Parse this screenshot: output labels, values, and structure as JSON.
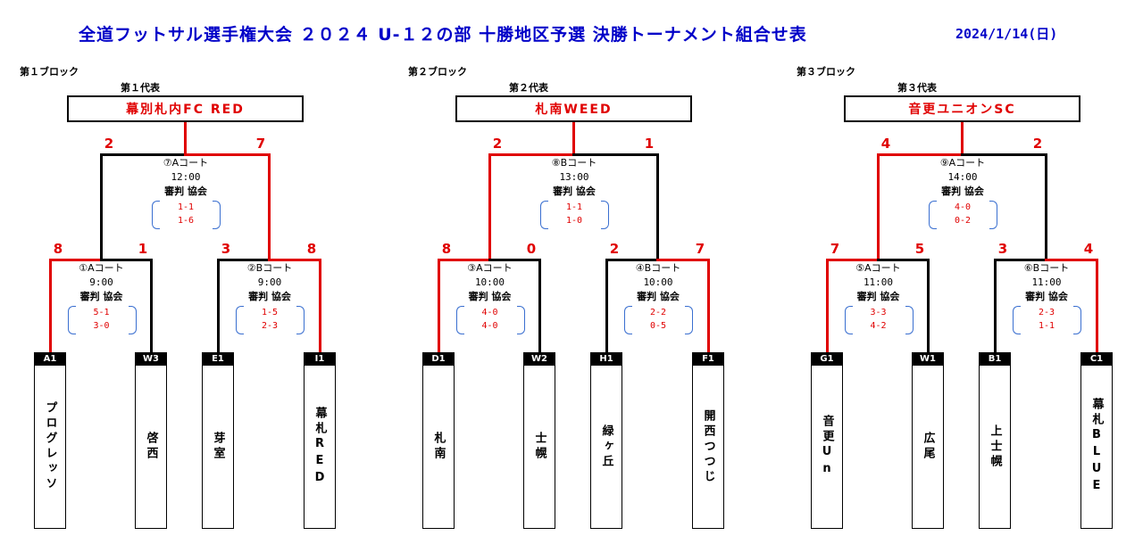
{
  "title": "全道フットサル選手権大会 ２０２４ U-１２の部 十勝地区予選 決勝トーナメント組合せ表",
  "date": "2024/1/14(日)",
  "blocks": [
    {
      "label": "第１ブロック",
      "rep_label": "第１代表",
      "champion": "幕別札内FC RED",
      "final": {
        "no": "⑦",
        "court": "Aコート",
        "time": "12:00",
        "referee": "審判 協会",
        "score_left": "2",
        "score_right": "7",
        "sub1": "1-1",
        "sub2": "1-6",
        "winner": "right"
      },
      "semis": [
        {
          "no": "①",
          "court": "Aコート",
          "time": "9:00",
          "referee": "審判 協会",
          "score_left": "8",
          "score_right": "1",
          "sub1": "5-1",
          "sub2": "3-0",
          "winner": "left"
        },
        {
          "no": "②",
          "court": "Bコート",
          "time": "9:00",
          "referee": "審判 協会",
          "score_left": "3",
          "score_right": "8",
          "sub1": "1-5",
          "sub2": "2-3",
          "winner": "right"
        }
      ],
      "teams": [
        {
          "code": "A1",
          "name": "プログレッソ"
        },
        {
          "code": "W3",
          "name": "啓西"
        },
        {
          "code": "E1",
          "name": "芽室"
        },
        {
          "code": "I1",
          "name": "幕札RED"
        }
      ]
    },
    {
      "label": "第２ブロック",
      "rep_label": "第２代表",
      "champion": "札南WEED",
      "final": {
        "no": "⑧",
        "court": "Bコート",
        "time": "13:00",
        "referee": "審判 協会",
        "score_left": "2",
        "score_right": "1",
        "sub1": "1-1",
        "sub2": "1-0",
        "winner": "left"
      },
      "semis": [
        {
          "no": "③",
          "court": "Aコート",
          "time": "10:00",
          "referee": "審判 協会",
          "score_left": "8",
          "score_right": "0",
          "sub1": "4-0",
          "sub2": "4-0",
          "winner": "left"
        },
        {
          "no": "④",
          "court": "Bコート",
          "time": "10:00",
          "referee": "審判 協会",
          "score_left": "2",
          "score_right": "7",
          "sub1": "2-2",
          "sub2": "0-5",
          "winner": "right"
        }
      ],
      "teams": [
        {
          "code": "D1",
          "name": "札南"
        },
        {
          "code": "W2",
          "name": "士幌"
        },
        {
          "code": "H1",
          "name": "緑ヶ丘"
        },
        {
          "code": "F1",
          "name": "開西つつじ"
        }
      ]
    },
    {
      "label": "第３ブロック",
      "rep_label": "第３代表",
      "champion": "音更ユニオンSC",
      "final": {
        "no": "⑨",
        "court": "Aコート",
        "time": "14:00",
        "referee": "審判 協会",
        "score_left": "4",
        "score_right": "2",
        "sub1": "4-0",
        "sub2": "0-2",
        "winner": "left"
      },
      "semis": [
        {
          "no": "⑤",
          "court": "Aコート",
          "time": "11:00",
          "referee": "審判 協会",
          "score_left": "7",
          "score_right": "5",
          "sub1": "3-3",
          "sub2": "4-2",
          "winner": "left"
        },
        {
          "no": "⑥",
          "court": "Bコート",
          "time": "11:00",
          "referee": "審判 協会",
          "score_left": "3",
          "score_right": "4",
          "sub1": "2-3",
          "sub2": "1-1",
          "winner": "right"
        }
      ],
      "teams": [
        {
          "code": "G1",
          "name": "音更Un"
        },
        {
          "code": "W1",
          "name": "広尾"
        },
        {
          "code": "B1",
          "name": "上士幌"
        },
        {
          "code": "C1",
          "name": "幕札BLUE"
        }
      ]
    }
  ],
  "colors": {
    "title": "#0000c8",
    "winner_line": "#e00000",
    "score": "#e00000"
  }
}
